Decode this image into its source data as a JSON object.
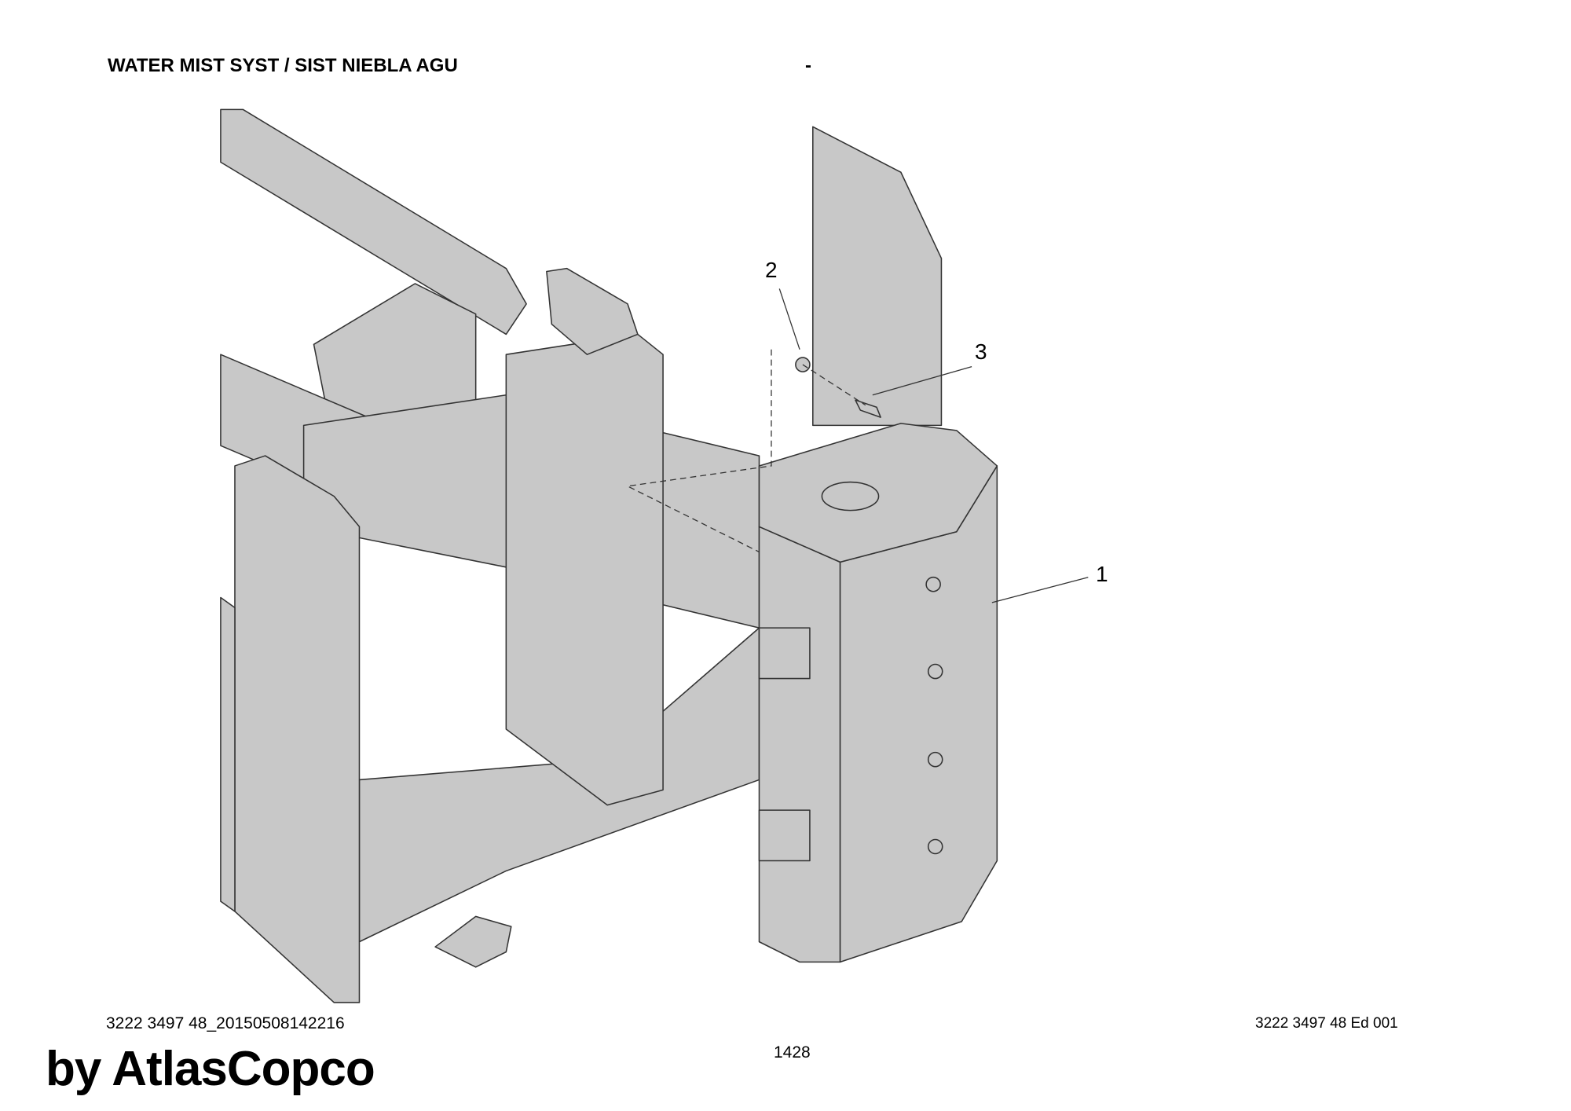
{
  "header": {
    "title": "WATER MIST SYST / SIST NIEBLA AGU",
    "separator": "-"
  },
  "callouts": [
    "1",
    "2",
    "3"
  ],
  "footer": {
    "document_ref": "3222 3497 48 Ed 001",
    "page_number": "1428",
    "file_id": "3222 3497 48_20150508142216",
    "watermark": "by AtlasCopco"
  },
  "colors": {
    "part_fill": "#c8c8c8",
    "line": "#333333"
  }
}
